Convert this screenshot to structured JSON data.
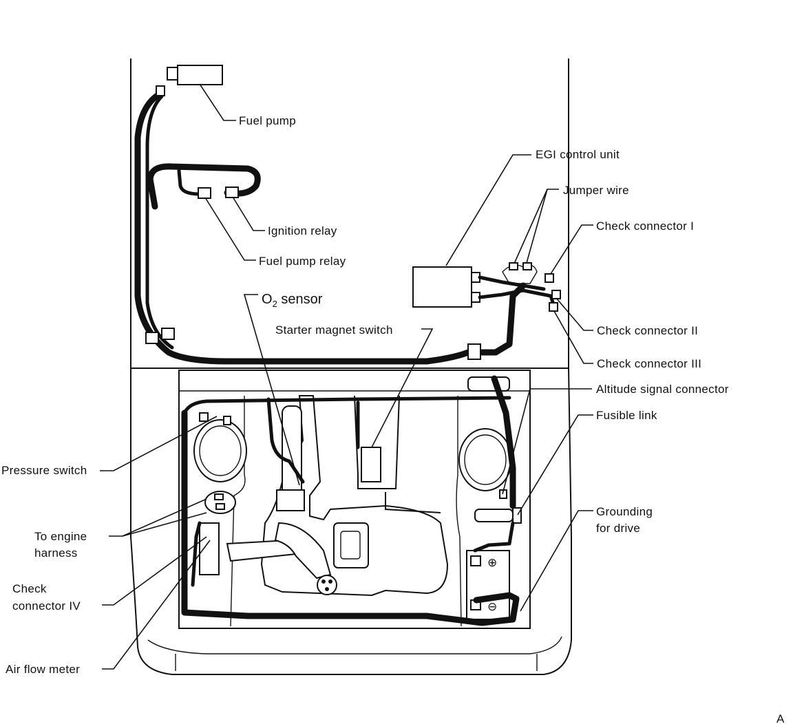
{
  "labels": {
    "fuel_pump": "Fuel pump",
    "ignition_relay": "Ignition relay",
    "fuel_pump_relay": "Fuel pump relay",
    "egi_control_unit": "EGI control unit",
    "jumper_wire": "Jumper wire",
    "check_connector_1": "Check connector I",
    "check_connector_2": "Check connector II",
    "check_connector_3": "Check connector III",
    "o2_sensor_prefix": "O",
    "o2_sensor_sub": "2",
    "o2_sensor_suffix": " sensor",
    "starter_magnet_switch": "Starter magnet switch",
    "altitude_signal_connector": "Altitude signal connector",
    "fusible_link": "Fusible link",
    "pressure_switch": "Pressure switch",
    "to_engine_harness_1": "To engine",
    "to_engine_harness_2": "harness",
    "grounding_for_drive_1": "Grounding",
    "grounding_for_drive_2": "for drive",
    "check_connector_4_1": "Check",
    "check_connector_4_2": "connector IV",
    "air_flow_meter": "Air flow meter",
    "corner_mark": "A",
    "battery_plus": "⊕",
    "battery_minus": "⊖"
  },
  "colors": {
    "ink": "#111111",
    "paper": "#ffffff"
  }
}
